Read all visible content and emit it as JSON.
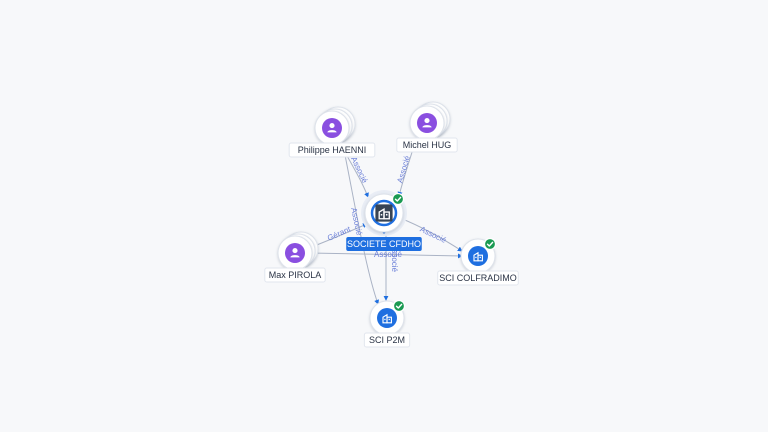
{
  "colors": {
    "person": "#8a4fe0",
    "company": "#1f6fe0",
    "verified": "#1a9a52",
    "edge_label": "#6b7fd8"
  },
  "nodes": [
    {
      "id": "center",
      "label": "SOCIETE CFDHO",
      "type": "company-main",
      "icon": "building-icon",
      "verified": true
    },
    {
      "id": "haenni",
      "label": "Philippe HAENNI",
      "type": "person",
      "icon": "person-icon",
      "verified": false
    },
    {
      "id": "hug",
      "label": "Michel HUG",
      "type": "person",
      "icon": "person-icon",
      "verified": false
    },
    {
      "id": "pirola",
      "label": "Max PIROLA",
      "type": "person",
      "icon": "person-icon",
      "verified": false
    },
    {
      "id": "colfradimo",
      "label": "SCI COLFRADIMO",
      "type": "company",
      "icon": "building-icon",
      "verified": true
    },
    {
      "id": "p2m",
      "label": "SCI P2M",
      "type": "company",
      "icon": "building-icon",
      "verified": true
    }
  ],
  "edges": [
    {
      "from": "haenni",
      "to": "center",
      "label": "Associé"
    },
    {
      "from": "hug",
      "to": "center",
      "label": "Associé"
    },
    {
      "from": "pirola",
      "to": "center",
      "label": "Gérant"
    },
    {
      "from": "center",
      "to": "colfradimo",
      "label": "Associé"
    },
    {
      "from": "center",
      "to": "p2m",
      "label": "Associé"
    },
    {
      "from": "haenni",
      "to": "p2m",
      "label": "Associé"
    },
    {
      "from": "pirola",
      "to": "colfradimo",
      "label": "Associé"
    }
  ]
}
